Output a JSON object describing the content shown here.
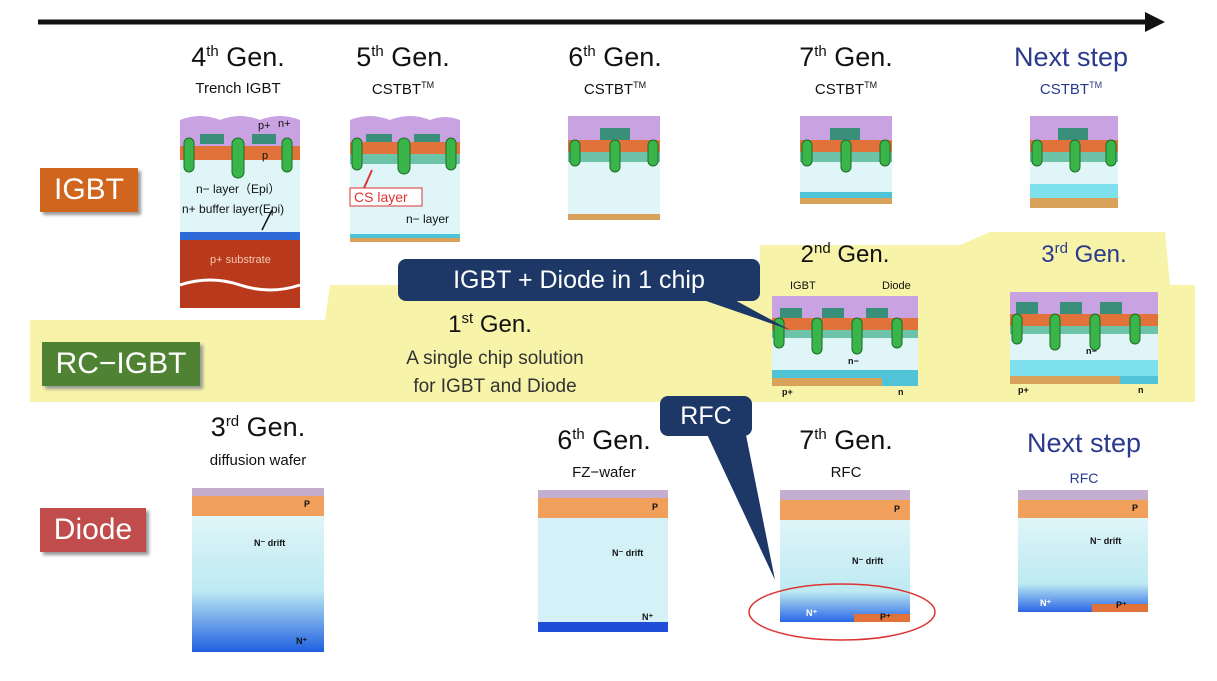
{
  "row_labels": {
    "igbt": "IGBT",
    "rc_igbt": "RC−IGBT",
    "diode": "Diode"
  },
  "colors": {
    "igbt_label": "#d0651d",
    "rc_label": "#4f8232",
    "diode_label": "#c04c4c",
    "callout": "#1d3866",
    "highlight": "#f7f3a8",
    "next_step": "#2a3a8c"
  },
  "igbt": {
    "gen4": {
      "num": "4",
      "sup": "th",
      "gen": " Gen.",
      "sub": "Trench IGBT",
      "labels": {
        "p_plus": "p+",
        "n_plus": "n+",
        "p": "p",
        "n_layer": "n− layer（Epi）",
        "buffer": "n+ buffer layer(Epi)",
        "substrate": "p+ substrate"
      }
    },
    "gen5": {
      "num": "5",
      "sup": "th",
      "gen": " Gen.",
      "sub": "CSTBT",
      "tm": "TM",
      "cs_layer": "CS layer",
      "n_layer": "n− layer"
    },
    "gen6": {
      "num": "6",
      "sup": "th",
      "gen": " Gen.",
      "sub": "CSTBT",
      "tm": "TM"
    },
    "gen7": {
      "num": "7",
      "sup": "th",
      "gen": " Gen.",
      "sub": "CSTBT",
      "tm": "TM"
    },
    "next": {
      "title": "Next step",
      "sub": "CSTBT",
      "tm": "TM"
    }
  },
  "rc": {
    "callout": "IGBT + Diode in 1 chip",
    "gen1": {
      "num": "1",
      "sup": "st",
      "gen": " Gen.",
      "desc_line1": "A single chip solution",
      "desc_line2": "for IGBT and Diode"
    },
    "gen2": {
      "num": "2",
      "sup": "nd",
      "gen": " Gen.",
      "igbt": "IGBT",
      "diode": "Diode",
      "n_minus": "n−",
      "p_plus": "p+",
      "n": "n"
    },
    "gen3": {
      "num": "3",
      "sup": "rd",
      "gen": " Gen.",
      "n_minus": "n−",
      "p_plus": "p+",
      "n": "n"
    }
  },
  "diode": {
    "rfc_callout": "RFC",
    "gen3": {
      "num": "3",
      "sup": "rd",
      "gen": " Gen.",
      "sub": "diffusion wafer",
      "p": "P",
      "drift": "N⁻ drift",
      "nplus": "N⁺"
    },
    "gen6": {
      "num": "6",
      "sup": "th",
      "gen": " Gen.",
      "sub": "FZ−wafer",
      "p": "P",
      "drift": "N⁻ drift",
      "nplus": "N⁺"
    },
    "gen7": {
      "num": "7",
      "sup": "th",
      "gen": " Gen.",
      "sub": "RFC",
      "p": "P",
      "drift": "N⁻ drift",
      "nplus": "N⁺",
      "pplus": "P⁺"
    },
    "next": {
      "title": "Next step",
      "sub": "RFC",
      "p": "P",
      "drift": "N⁻ drift",
      "nplus": "N⁺",
      "pplus": "P⁺"
    }
  }
}
